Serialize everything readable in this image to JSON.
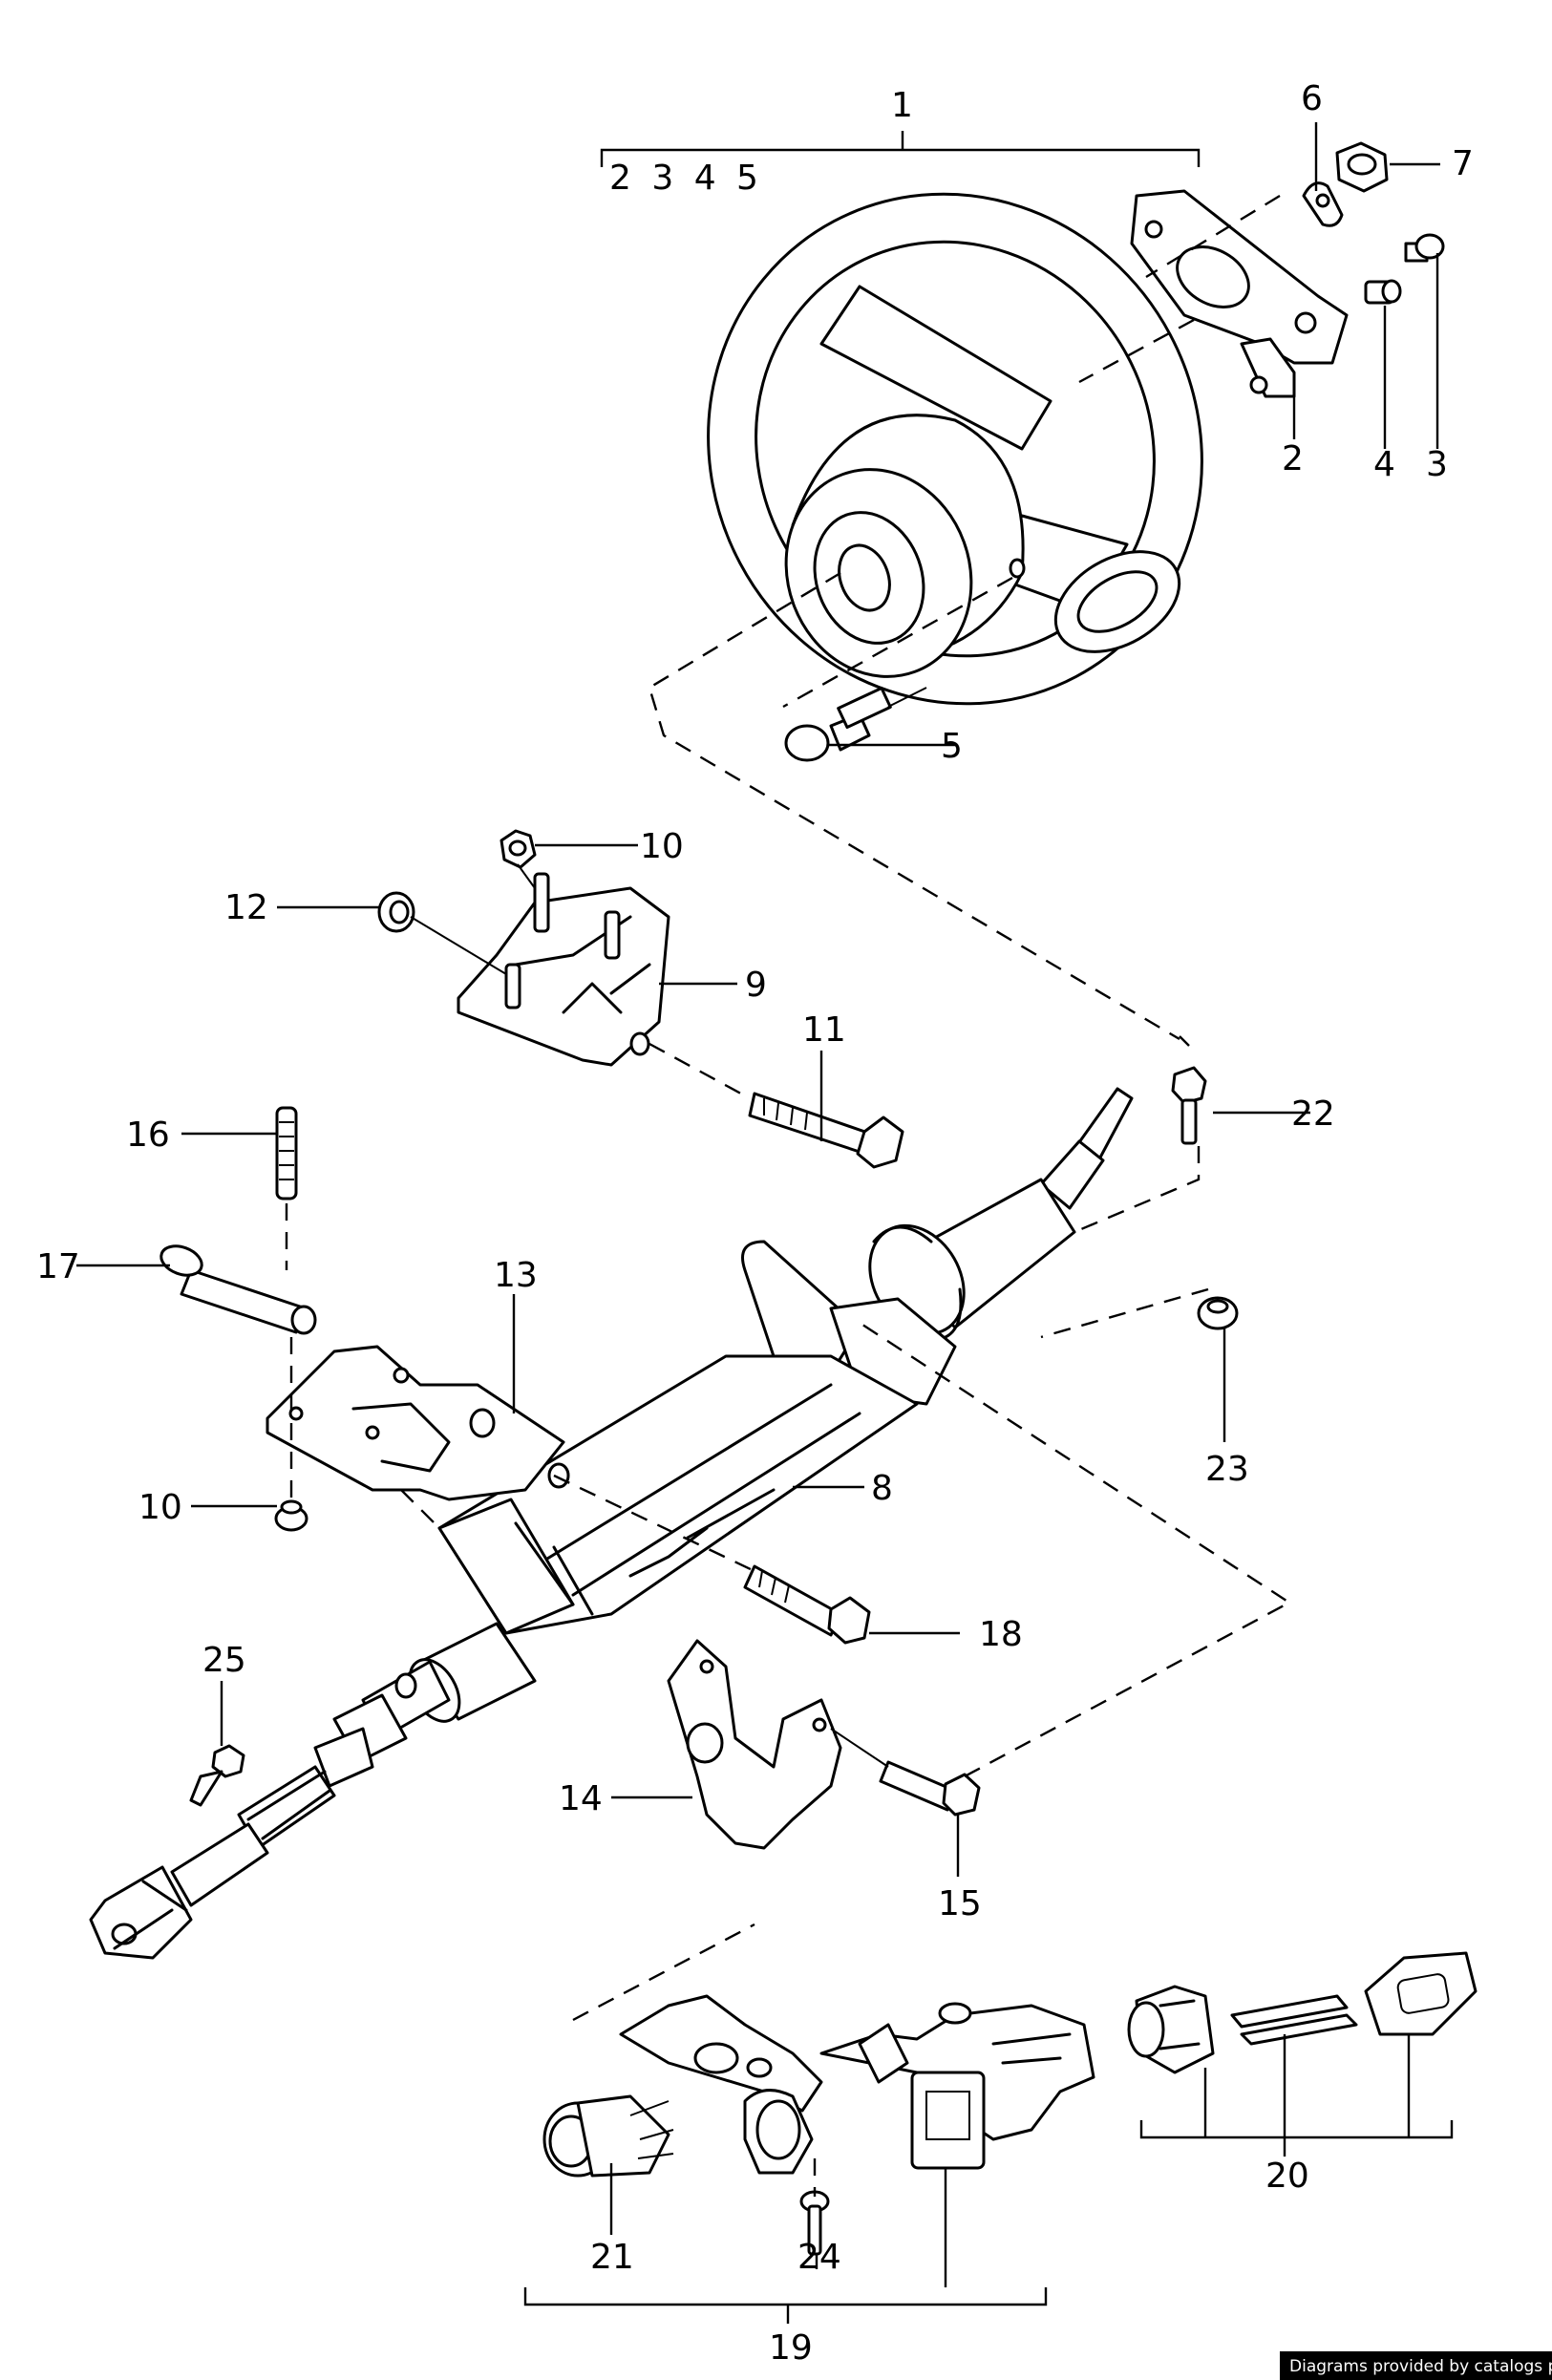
{
  "credit": "Diagrams provided by catalogs parts",
  "callouts": {
    "c1": "1",
    "c1_sub": "2 3 4 5",
    "c2": "2",
    "c3": "3",
    "c4": "4",
    "c5": "5",
    "c6": "6",
    "c7": "7",
    "c8": "8",
    "c9": "9",
    "c10a": "10",
    "c10b": "10",
    "c11": "11",
    "c12": "12",
    "c13": "13",
    "c14": "14",
    "c15": "15",
    "c16": "16",
    "c17": "17",
    "c18": "18",
    "c19": "19",
    "c20": "20",
    "c21": "21",
    "c22": "22",
    "c23": "23",
    "c24": "24",
    "c25": "25"
  }
}
